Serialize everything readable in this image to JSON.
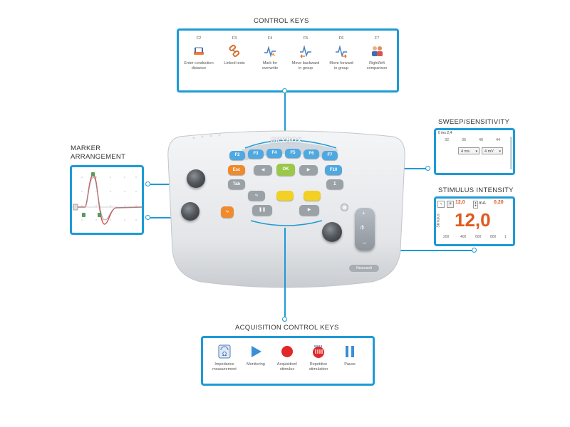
{
  "control_keys": {
    "title": "CONTROL KEYS",
    "items": [
      {
        "key": "F2",
        "label1": "Enter conduction",
        "label2": "distance",
        "icon": "ruler-hand-icon"
      },
      {
        "key": "F3",
        "label1": "Linked tests",
        "label2": "",
        "icon": "chain-link-icon"
      },
      {
        "key": "F4",
        "label1": "Mark for",
        "label2": "overwrite",
        "icon": "overwrite-wave-icon"
      },
      {
        "key": "F5",
        "label1": "Move backward",
        "label2": "in group",
        "icon": "wave-back-icon"
      },
      {
        "key": "F6",
        "label1": "Move forward",
        "label2": "in group",
        "icon": "wave-forward-icon"
      },
      {
        "key": "F7",
        "label1": "Right/left",
        "label2": "comparison",
        "icon": "people-compare-icon"
      }
    ]
  },
  "marker_arrangement": {
    "title_line1": "MARKER",
    "title_line2": "ARRANGEMENT"
  },
  "sweep_sensitivity": {
    "title": "SWEEP/SENSITIVITY",
    "header_label": "0 ms 2,4",
    "ticks": [
      "32",
      "36",
      "40",
      "44"
    ],
    "sweep_value": "4 ms",
    "sensitivity_value": "4 mV"
  },
  "stimulus_intensity": {
    "title": "STIMULUS INTENSITY",
    "value_small": "12,0",
    "unit": "mA",
    "value_alt": "0,20",
    "side_label": "Stimulus",
    "value_big": "12,0",
    "ticks": [
      "200",
      "400",
      "600",
      "800",
      "1"
    ]
  },
  "acquisition_keys": {
    "title": "ACQUISITION CONTROL KEYS",
    "items": [
      {
        "label1": "Impedance",
        "label2": "measurement",
        "icon": "impedance-meter-icon"
      },
      {
        "label1": "Monitoring",
        "label2": "",
        "icon": "play-icon"
      },
      {
        "label1": "Acquisition/",
        "label2": "stimulus",
        "icon": "record-icon"
      },
      {
        "label1": "Repetitive",
        "label2": "stimulation",
        "icon": "repetitive-stim-icon"
      },
      {
        "label1": "Pause",
        "label2": "",
        "icon": "pause-icon"
      }
    ]
  },
  "device": {
    "brand": "SKYBOX",
    "maker": "Neurosoft",
    "keys_top": [
      "F2",
      "F3",
      "F4",
      "F5",
      "F6",
      "F7"
    ],
    "key_esc": "Esc",
    "key_ok": "OK",
    "key_f10": "F10",
    "key_tab": "Tab",
    "key_sigma": "Σ",
    "colors": {
      "blue_key": "#4fa8e0",
      "orange_key": "#f08a2c",
      "green_key": "#9bc84a",
      "yellow_key": "#f2d024",
      "gray_key": "#9aa1a7",
      "accent": "#1e9ad6"
    }
  }
}
